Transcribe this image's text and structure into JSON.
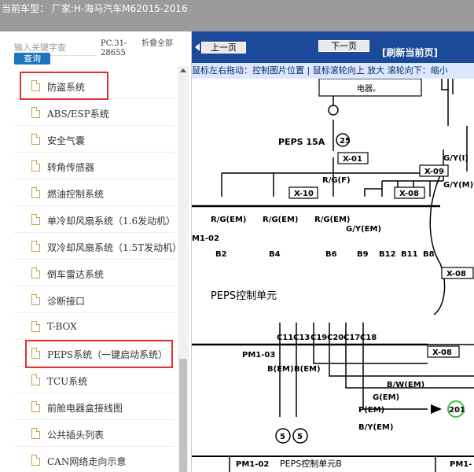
{
  "header": {
    "title": "当前车型：  厂家:H-海马汽车M62015-2016"
  },
  "left_panel": {
    "search_placeholder": "输入关键字查",
    "search_button": "查询",
    "code": "PC.31-28655",
    "collapse_all": "折叠全部",
    "items": [
      {
        "label": "防盗系统",
        "highlighted": true
      },
      {
        "label": "ABS/ESP系统",
        "highlighted": false
      },
      {
        "label": "安全气囊",
        "highlighted": false
      },
      {
        "label": "转角传感器",
        "highlighted": false
      },
      {
        "label": "燃油控制系统",
        "highlighted": false
      },
      {
        "label": "单冷却风扇系统（1.6发动机）",
        "highlighted": false
      },
      {
        "label": "双冷却风扇系统（1.5T发动机）",
        "highlighted": false
      },
      {
        "label": "倒车雷达系统",
        "highlighted": false
      },
      {
        "label": "诊断接口",
        "highlighted": false
      },
      {
        "label": "T-BOX",
        "highlighted": false
      },
      {
        "label": "PEPS系统（一键启动系统）",
        "highlighted": true
      },
      {
        "label": "TCU系统",
        "highlighted": false
      },
      {
        "label": "前舱电器盒接线图",
        "highlighted": false
      },
      {
        "label": "公共插头列表",
        "highlighted": false
      },
      {
        "label": "CAN网络走向示意",
        "highlighted": false
      }
    ]
  },
  "viewer": {
    "prev_button": "上一页",
    "next_button": "下一页",
    "refresh_button": "[刷新当前页]",
    "hint": "鼠标左右拖动：控制图片位置 | 鼠标滚轮向上 放大   滚轮向下：缩小",
    "diagram": {
      "fuse_label": "PEPS 15A",
      "fuse_number": "25",
      "appliance": "电器。",
      "connectors": [
        "X-01",
        "X-09",
        "X-10",
        "X-08",
        "X-08",
        "X-08"
      ],
      "wires_top": [
        "R/G(F)",
        "R/G(EM)",
        "R/G(EM)",
        "R/G(EM)",
        "G/Y(EM)",
        "G/Y(I)",
        "G/Y(M)"
      ],
      "harness_top": "M1-02",
      "pins_top": [
        "B2",
        "B4",
        "B6",
        "B9",
        "B12",
        "B11",
        "B8"
      ],
      "unit_label": "PEPS控制单元",
      "pins_mid": [
        "C11",
        "C13",
        "C19",
        "C20",
        "C17",
        "C18"
      ],
      "harness_mid": "PM1-03",
      "wires_bottom": [
        "B(EM)",
        "B(EM)",
        "B/W(EM)",
        "G(EM)",
        "P(EM)",
        "B/Y(EM)"
      ],
      "ground_points": [
        "5",
        "5"
      ],
      "destination": "201",
      "unit_b_harness": "PM1-02",
      "unit_b_label": "PEPS控制单元B",
      "harness_bottom_right": "PM1-"
    }
  }
}
